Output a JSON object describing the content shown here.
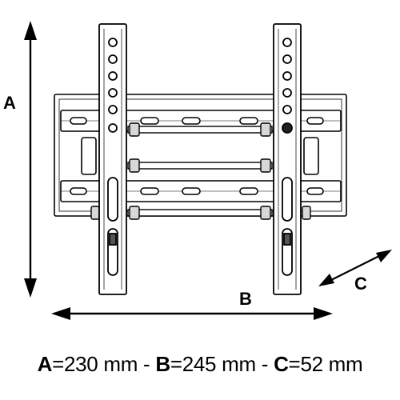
{
  "dimensions": {
    "a": {
      "letter": "A",
      "value": "230 mm"
    },
    "b": {
      "letter": "B",
      "value": "245 mm"
    },
    "c": {
      "letter": "C",
      "value": "52 mm"
    }
  },
  "caption": {
    "equals": "=",
    "separator": "-"
  }
}
